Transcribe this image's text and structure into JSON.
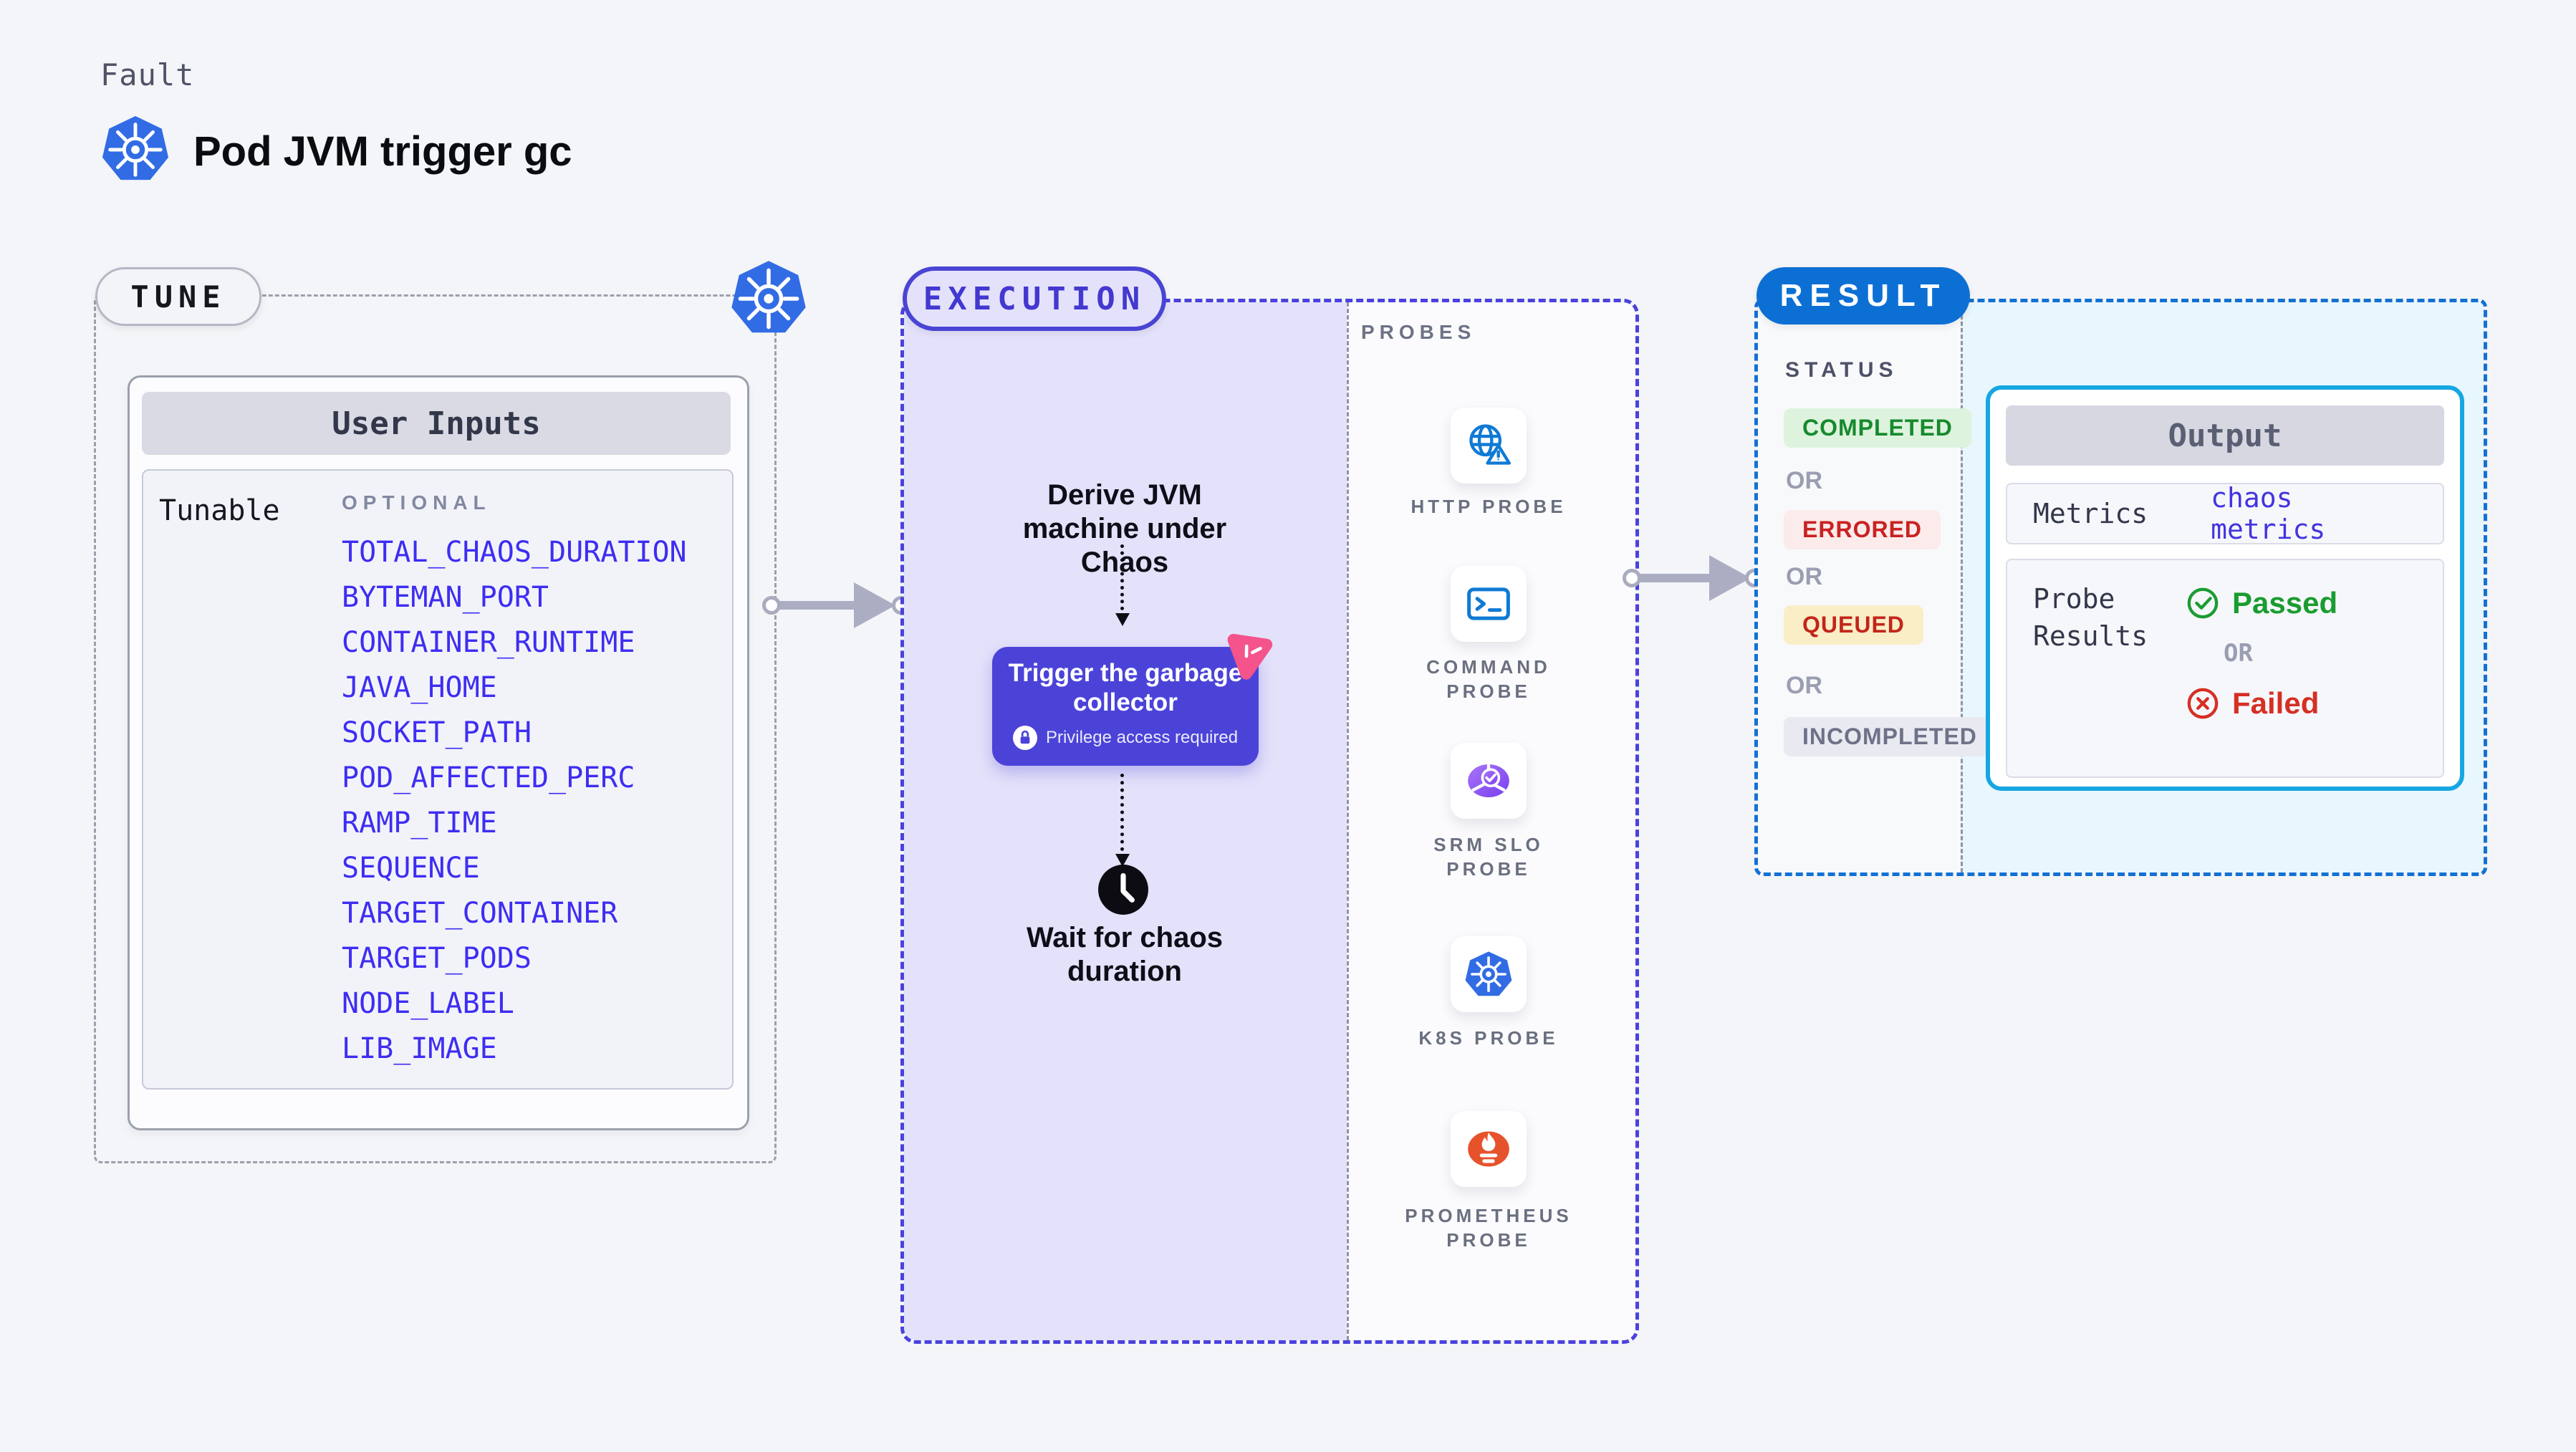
{
  "header": {
    "kicker": "Fault",
    "title": "Pod JVM trigger gc"
  },
  "tune": {
    "pill": "TUNE",
    "card_header": "User Inputs",
    "row_label": "Tunable",
    "group_label": "OPTIONAL",
    "params": [
      "TOTAL_CHAOS_DURATION",
      "BYTEMAN_PORT",
      "CONTAINER_RUNTIME",
      "JAVA_HOME",
      "SOCKET_PATH",
      "POD_AFFECTED_PERC",
      "RAMP_TIME",
      "SEQUENCE",
      "TARGET_CONTAINER",
      "TARGET_PODS",
      "NODE_LABEL",
      "LIB_IMAGE"
    ]
  },
  "execution": {
    "pill": "EXECUTION",
    "derive_text": "Derive JVM machine under Chaos",
    "action_title": "Trigger the garbage collector",
    "action_note": "Privilege access required",
    "wait_text": "Wait for chaos duration",
    "probes_label": "PROBES",
    "probes": [
      {
        "label": "HTTP PROBE",
        "icon": "globe-alert-icon"
      },
      {
        "label": "COMMAND PROBE",
        "icon": "terminal-icon"
      },
      {
        "label": "SRM SLO PROBE",
        "icon": "slo-pie-check-icon"
      },
      {
        "label": "K8S PROBE",
        "icon": "kubernetes-icon"
      },
      {
        "label": "PROMETHEUS PROBE",
        "icon": "prometheus-flame-icon"
      }
    ]
  },
  "result": {
    "pill": "RESULT",
    "status_label": "STATUS",
    "or_label": "OR",
    "statuses": [
      {
        "label": "COMPLETED",
        "color": "#178a2e",
        "bg": "#def3de"
      },
      {
        "label": "ERRORED",
        "color": "#c92222",
        "bg": "#fcebeb"
      },
      {
        "label": "QUEUED",
        "color": "#c2261b",
        "bg": "#faeec6"
      },
      {
        "label": "INCOMPLETED",
        "color": "#6d7288",
        "bg": "#e9eaf1"
      }
    ],
    "output": {
      "header": "Output",
      "metrics_label": "Metrics",
      "metrics_value": "chaos metrics",
      "probe_results_label": "Probe Results",
      "passed_label": "Passed",
      "failed_label": "Failed"
    }
  },
  "colors": {
    "accent_indigo": "#4b43d8",
    "param_blue": "#3e2df2",
    "result_blue": "#0c6fd4",
    "output_border_cyan": "#16a7e2",
    "k8s_blue": "#326ce5",
    "probe_icon_blue": "#0f7ad4",
    "prometheus_orange": "#e6522c",
    "srm_purple": "#8b5cf6",
    "litmus_pink": "#f4538c",
    "passed_green": "#1a9c30",
    "failed_red": "#d62f23"
  }
}
